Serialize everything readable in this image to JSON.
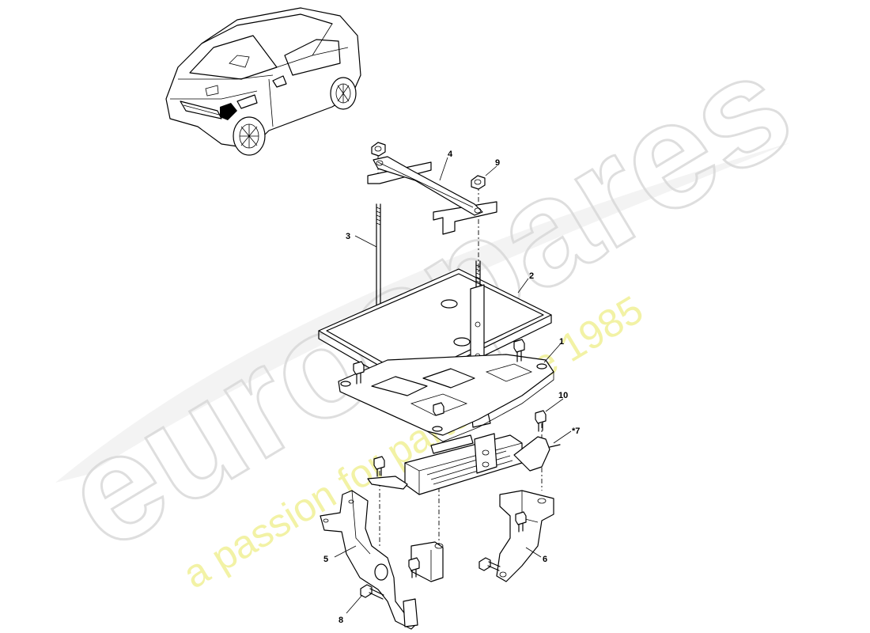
{
  "watermark": {
    "brand": "eurospares",
    "tagline": "a passion for parts since 1985"
  },
  "callouts": [
    {
      "id": "1",
      "label": "1"
    },
    {
      "id": "2",
      "label": "2"
    },
    {
      "id": "3",
      "label": "3"
    },
    {
      "id": "4",
      "label": "4"
    },
    {
      "id": "5",
      "label": "5"
    },
    {
      "id": "6",
      "label": "6"
    },
    {
      "id": "7",
      "label": "*7"
    },
    {
      "id": "8",
      "label": "8"
    },
    {
      "id": "9",
      "label": "9"
    },
    {
      "id": "10",
      "label": "10"
    }
  ]
}
